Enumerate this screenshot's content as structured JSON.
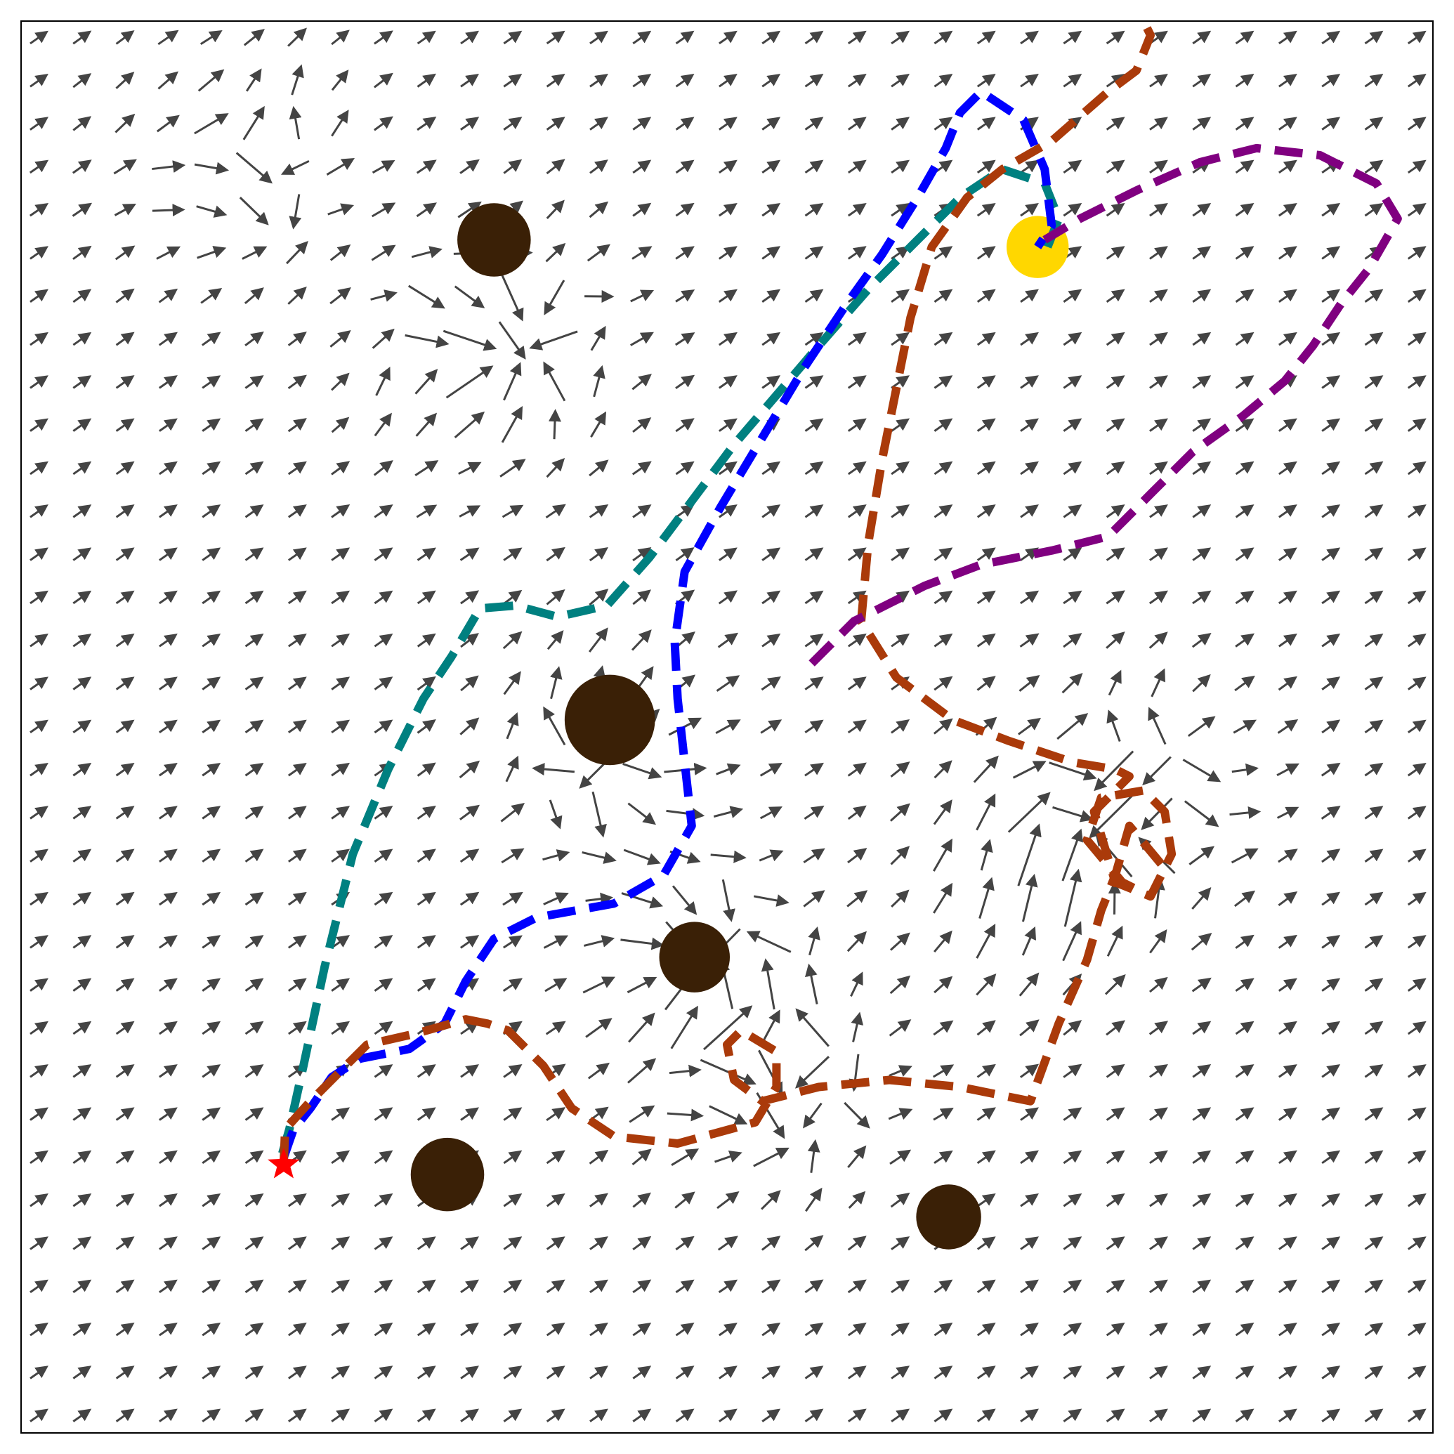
{
  "chart_data": {
    "type": "quiver",
    "title": "",
    "xlabel": "",
    "ylabel": "",
    "xlim": [
      0,
      1
    ],
    "ylim": [
      0,
      1
    ],
    "grid": false,
    "legend": "none",
    "ticks": "none",
    "colors": {
      "arrows": "#444444",
      "obstacle": "#3a2006",
      "goal": "#ffd700",
      "start": "#ff0000",
      "frame": "#000000"
    },
    "field": {
      "default_direction_deg": 35,
      "grid_columns": 33,
      "grid_rows": 33,
      "disturbances": [
        {
          "x": 0.335,
          "y": 0.77,
          "strength": 1.0,
          "kind": "swirl"
        },
        {
          "x": 0.42,
          "y": 0.48,
          "strength": 0.8,
          "kind": "repel"
        },
        {
          "x": 0.48,
          "y": 0.33,
          "strength": 0.9,
          "kind": "sink"
        },
        {
          "x": 0.72,
          "y": 0.4,
          "strength": 0.9,
          "kind": "vertical"
        },
        {
          "x": 0.79,
          "y": 0.45,
          "strength": 0.8,
          "kind": "swirl"
        },
        {
          "x": 0.53,
          "y": 0.25,
          "strength": 0.8,
          "kind": "swirl"
        },
        {
          "x": 0.16,
          "y": 0.9,
          "strength": 0.6,
          "kind": "swirl"
        }
      ]
    },
    "obstacles": [
      {
        "x": 0.335,
        "y": 0.845,
        "r": 0.026
      },
      {
        "x": 0.417,
        "y": 0.505,
        "r": 0.032
      },
      {
        "x": 0.477,
        "y": 0.337,
        "r": 0.025
      },
      {
        "x": 0.302,
        "y": 0.183,
        "r": 0.026
      },
      {
        "x": 0.657,
        "y": 0.153,
        "r": 0.023
      }
    ],
    "goal": {
      "x": 0.72,
      "y": 0.84,
      "r": 0.022
    },
    "start": {
      "x": 0.186,
      "y": 0.19
    },
    "series": [
      {
        "color": "#008080",
        "points": [
          [
            0.185,
            0.198
          ],
          [
            0.19,
            0.215
          ],
          [
            0.2,
            0.26
          ],
          [
            0.215,
            0.33
          ],
          [
            0.235,
            0.41
          ],
          [
            0.26,
            0.47
          ],
          [
            0.285,
            0.52
          ],
          [
            0.305,
            0.55
          ],
          [
            0.325,
            0.584
          ],
          [
            0.35,
            0.586
          ],
          [
            0.38,
            0.578
          ],
          [
            0.415,
            0.586
          ],
          [
            0.445,
            0.62
          ],
          [
            0.475,
            0.66
          ],
          [
            0.505,
            0.7
          ],
          [
            0.535,
            0.735
          ],
          [
            0.565,
            0.77
          ],
          [
            0.6,
            0.81
          ],
          [
            0.635,
            0.845
          ],
          [
            0.665,
            0.875
          ],
          [
            0.695,
            0.895
          ],
          [
            0.725,
            0.885
          ],
          [
            0.735,
            0.86
          ],
          [
            0.725,
            0.835
          ]
        ]
      },
      {
        "color": "#0000ff",
        "points": [
          [
            0.186,
            0.195
          ],
          [
            0.193,
            0.215
          ],
          [
            0.205,
            0.23
          ],
          [
            0.22,
            0.252
          ],
          [
            0.24,
            0.265
          ],
          [
            0.275,
            0.272
          ],
          [
            0.3,
            0.29
          ],
          [
            0.315,
            0.32
          ],
          [
            0.335,
            0.35
          ],
          [
            0.365,
            0.365
          ],
          [
            0.42,
            0.375
          ],
          [
            0.455,
            0.395
          ],
          [
            0.475,
            0.43
          ],
          [
            0.47,
            0.475
          ],
          [
            0.465,
            0.52
          ],
          [
            0.463,
            0.56
          ],
          [
            0.47,
            0.61
          ],
          [
            0.495,
            0.655
          ],
          [
            0.525,
            0.705
          ],
          [
            0.555,
            0.755
          ],
          [
            0.585,
            0.8
          ],
          [
            0.61,
            0.835
          ],
          [
            0.635,
            0.875
          ],
          [
            0.655,
            0.91
          ],
          [
            0.665,
            0.935
          ],
          [
            0.68,
            0.95
          ],
          [
            0.71,
            0.93
          ],
          [
            0.725,
            0.895
          ],
          [
            0.73,
            0.855
          ],
          [
            0.72,
            0.84
          ]
        ]
      },
      {
        "color": "#aa3a0a",
        "points": [
          [
            0.186,
            0.19
          ],
          [
            0.187,
            0.215
          ],
          [
            0.205,
            0.235
          ],
          [
            0.23,
            0.26
          ],
          [
            0.245,
            0.275
          ],
          [
            0.28,
            0.283
          ],
          [
            0.315,
            0.293
          ],
          [
            0.33,
            0.29
          ],
          [
            0.345,
            0.285
          ],
          [
            0.37,
            0.26
          ],
          [
            0.39,
            0.23
          ],
          [
            0.42,
            0.21
          ],
          [
            0.465,
            0.205
          ],
          [
            0.52,
            0.22
          ],
          [
            0.535,
            0.245
          ],
          [
            0.535,
            0.27
          ],
          [
            0.51,
            0.285
          ],
          [
            0.5,
            0.275
          ],
          [
            0.505,
            0.25
          ],
          [
            0.525,
            0.235
          ],
          [
            0.565,
            0.245
          ],
          [
            0.615,
            0.25
          ],
          [
            0.665,
            0.245
          ],
          [
            0.715,
            0.235
          ],
          [
            0.735,
            0.29
          ],
          [
            0.755,
            0.335
          ],
          [
            0.765,
            0.37
          ],
          [
            0.775,
            0.395
          ],
          [
            0.785,
            0.43
          ],
          [
            0.81,
            0.4
          ],
          [
            0.8,
            0.38
          ],
          [
            0.78,
            0.39
          ],
          [
            0.755,
            0.42
          ],
          [
            0.765,
            0.45
          ],
          [
            0.795,
            0.455
          ],
          [
            0.81,
            0.44
          ],
          [
            0.815,
            0.41
          ],
          [
            0.8,
            0.38
          ],
          [
            0.775,
            0.39
          ],
          [
            0.76,
            0.44
          ],
          [
            0.785,
            0.465
          ],
          [
            0.775,
            0.47
          ],
          [
            0.745,
            0.475
          ],
          [
            0.7,
            0.49
          ],
          [
            0.66,
            0.505
          ],
          [
            0.62,
            0.535
          ],
          [
            0.595,
            0.575
          ],
          [
            0.6,
            0.63
          ],
          [
            0.61,
            0.69
          ],
          [
            0.62,
            0.74
          ],
          [
            0.63,
            0.79
          ],
          [
            0.645,
            0.84
          ],
          [
            0.67,
            0.875
          ],
          [
            0.695,
            0.895
          ],
          [
            0.73,
            0.915
          ],
          [
            0.77,
            0.95
          ],
          [
            0.79,
            0.965
          ],
          [
            0.8,
            0.99
          ],
          [
            0.795,
            1.0
          ]
        ]
      },
      {
        "color": "#800080",
        "points": [
          [
            0.56,
            0.545
          ],
          [
            0.59,
            0.575
          ],
          [
            0.64,
            0.6
          ],
          [
            0.68,
            0.615
          ],
          [
            0.73,
            0.625
          ],
          [
            0.77,
            0.635
          ],
          [
            0.8,
            0.665
          ],
          [
            0.83,
            0.695
          ],
          [
            0.865,
            0.72
          ],
          [
            0.895,
            0.745
          ],
          [
            0.915,
            0.77
          ],
          [
            0.935,
            0.8
          ],
          [
            0.955,
            0.825
          ],
          [
            0.975,
            0.86
          ],
          [
            0.96,
            0.885
          ],
          [
            0.92,
            0.905
          ],
          [
            0.875,
            0.91
          ],
          [
            0.835,
            0.9
          ],
          [
            0.79,
            0.88
          ],
          [
            0.75,
            0.86
          ],
          [
            0.725,
            0.845
          ]
        ]
      }
    ]
  }
}
